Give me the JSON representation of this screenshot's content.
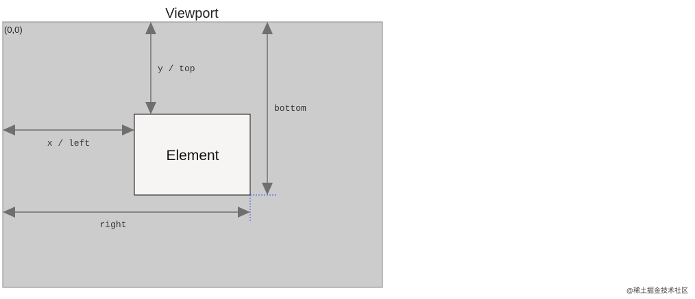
{
  "diagram": {
    "title": "Viewport",
    "origin_label": "(0,0)",
    "element_label": "Element",
    "labels": {
      "y_top": "y / top",
      "x_left": "x / left",
      "bottom": "bottom",
      "right": "right"
    }
  },
  "watermark": "@稀土掘金技术社区",
  "colors": {
    "viewport_fill": "#cccccc",
    "viewport_stroke": "#8a8a8a",
    "element_fill": "#f7f5f3",
    "element_stroke": "#333333",
    "arrow": "#6f6f6f",
    "guide": "#3c55e8",
    "text": "#222222"
  }
}
